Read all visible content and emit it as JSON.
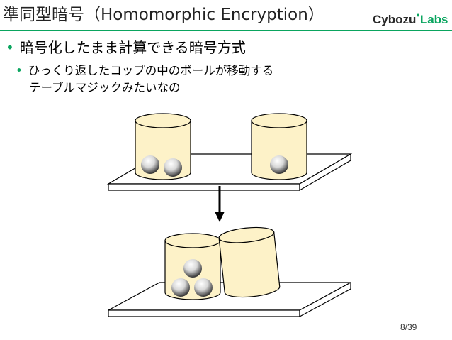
{
  "slide": {
    "title": "準同型暗号（Homomorphic Encryption）",
    "logo_part1": "Cybozu",
    "logo_part2": "Labs",
    "bullet1": "暗号化したまま計算できる暗号方式",
    "bullet2_line1": "ひっくり返したコップの中のボールが移動する",
    "bullet2_line2": "テーブルマジックみたいなの",
    "page_number": "8/39"
  },
  "colors": {
    "accent": "#0aa55f",
    "cup_fill": "#fdf2c8",
    "table_fill": "#ffffff"
  },
  "figure": {
    "top_cups": 2,
    "top_balls_left_cup": 2,
    "top_balls_right_cup": 1,
    "bottom_balls_left_cup": 3,
    "bottom_balls_right_cup": 0
  }
}
